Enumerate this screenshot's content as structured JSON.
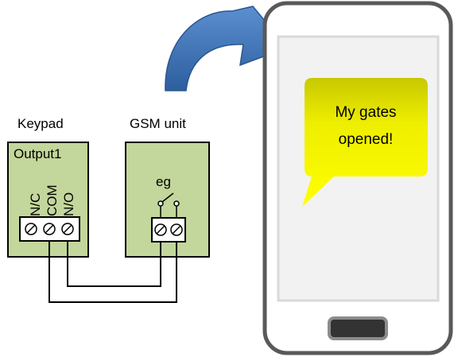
{
  "keypad": {
    "title": "Keypad",
    "output_label": "Output1",
    "terminals": [
      "N/C",
      "COM",
      "N/O"
    ]
  },
  "gsm_unit": {
    "title": "GSM unit",
    "relay_label": "eg"
  },
  "phone": {
    "message_line1": "My gates",
    "message_line2": "opened!"
  },
  "colors": {
    "box_fill": "#c3d69b",
    "arrow_blue": "#3a6fb3",
    "bubble_yellow": "#f2f200",
    "bubble_dark": "#cccc00",
    "phone_frame": "#555555",
    "phone_screen": "#f2f2f2"
  }
}
